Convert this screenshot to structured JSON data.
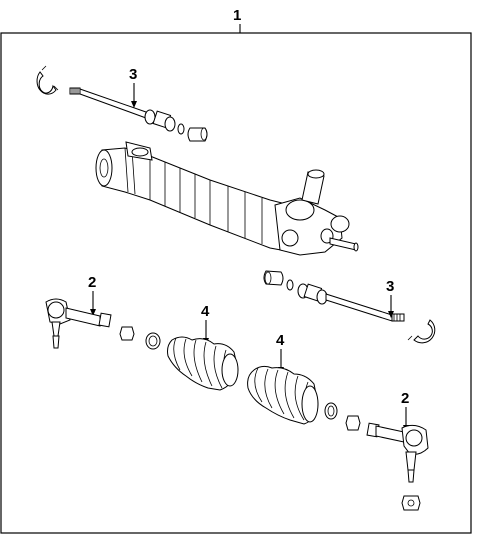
{
  "diagram": {
    "callouts": {
      "assembly": "1",
      "tie_rod_end_left": "2",
      "tie_rod_end_right": "2",
      "inner_tie_rod_upper": "3",
      "inner_tie_rod_lower": "3",
      "boot_left": "4",
      "boot_right": "4"
    },
    "colors": {
      "line": "#000000",
      "background": "#ffffff"
    }
  }
}
